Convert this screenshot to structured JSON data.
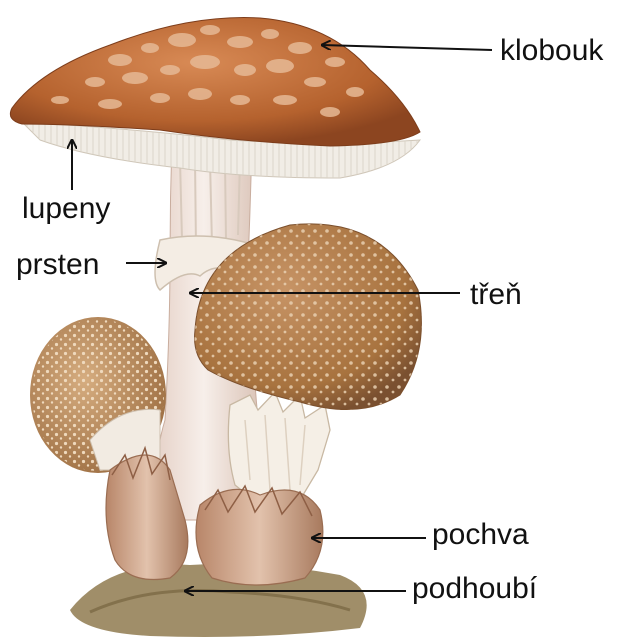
{
  "labels": {
    "cap": "klobouk",
    "gills": "lupeny",
    "ring": "prsten",
    "stem": "třeň",
    "volva": "pochva",
    "mycelium": "podhoubí"
  },
  "colors": {
    "cap": "#b5622e",
    "cap_spots": "#e6b995",
    "gills": "#f1ede6",
    "stem": "#efe4de",
    "young_cap": "#a8733f",
    "volva": "#d2a88d",
    "soil": "#8f7a4f",
    "arrow": "#111111",
    "text": "#111111"
  }
}
